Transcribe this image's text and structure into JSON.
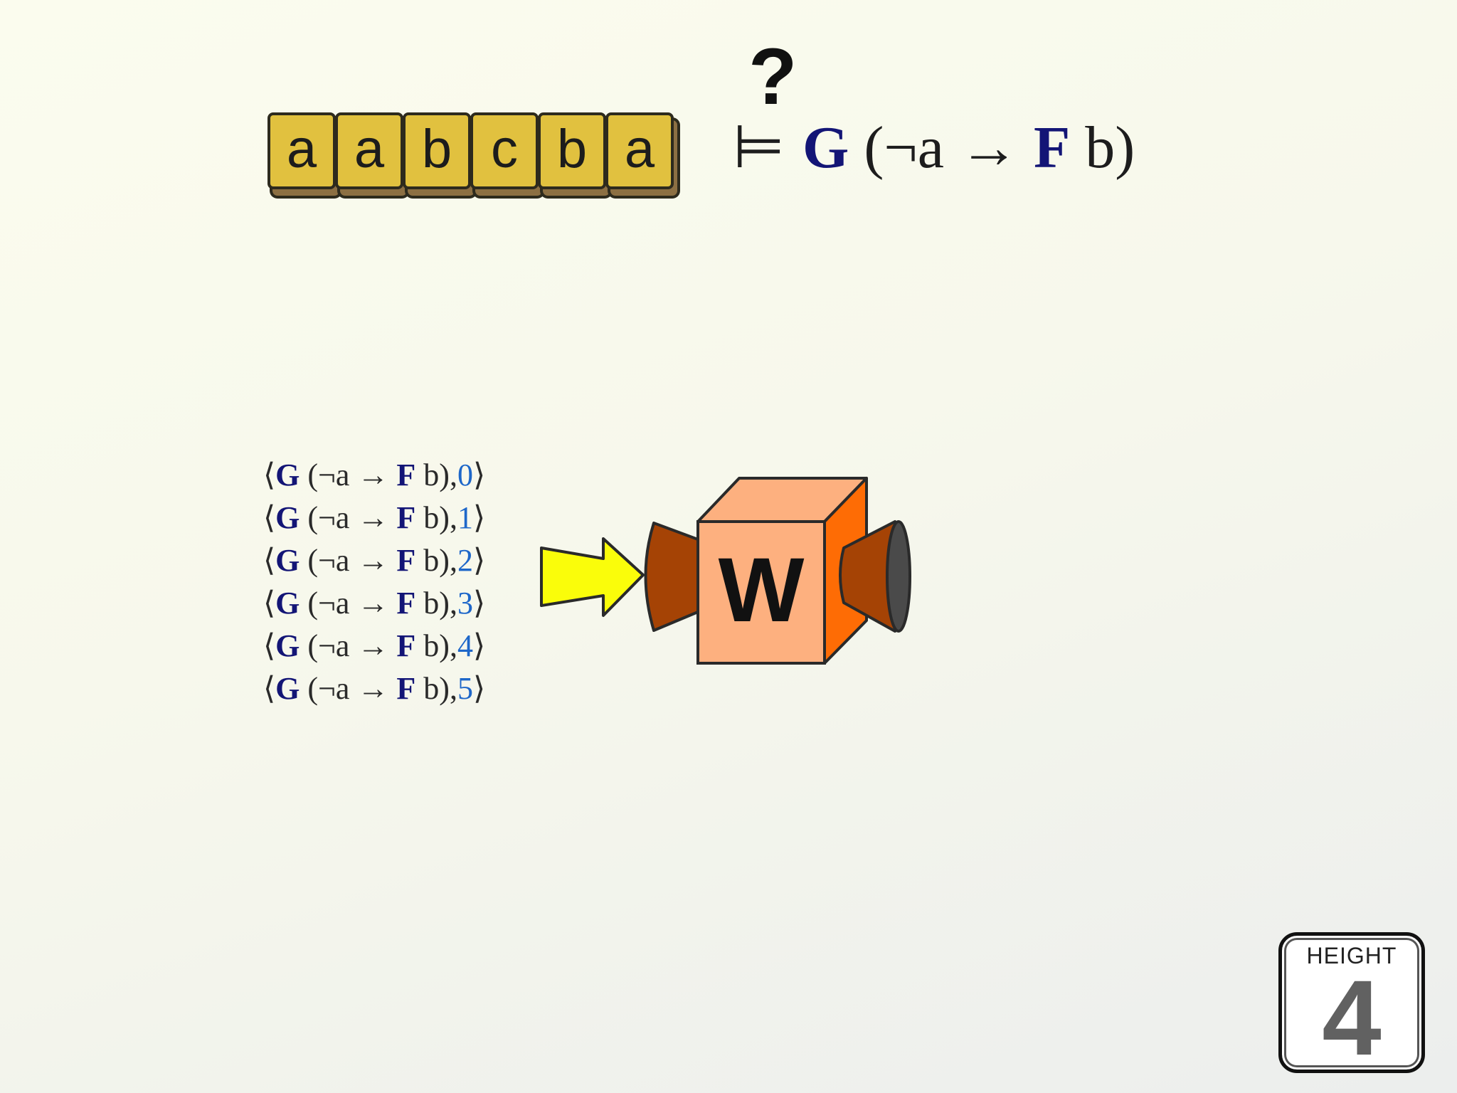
{
  "word": {
    "letters": [
      "a",
      "a",
      "b",
      "c",
      "b",
      "a"
    ],
    "tile_color": "#e1c13f"
  },
  "query": {
    "question_mark": "?",
    "models_symbol": "⊨",
    "formula": {
      "G": "G",
      "open": " (¬a → ",
      "F": "F",
      "close": " b)"
    }
  },
  "pairs": [
    {
      "open": "⟨",
      "G": "G",
      "mid": " (¬a → ",
      "F": "F",
      "rest": " b),",
      "index": "0",
      "close": "⟩"
    },
    {
      "open": "⟨",
      "G": "G",
      "mid": " (¬a → ",
      "F": "F",
      "rest": " b),",
      "index": "1",
      "close": "⟩"
    },
    {
      "open": "⟨",
      "G": "G",
      "mid": " (¬a → ",
      "F": "F",
      "rest": " b),",
      "index": "2",
      "close": "⟩"
    },
    {
      "open": "⟨",
      "G": "G",
      "mid": " (¬a → ",
      "F": "F",
      "rest": " b),",
      "index": "3",
      "close": "⟩"
    },
    {
      "open": "⟨",
      "G": "G",
      "mid": " (¬a → ",
      "F": "F",
      "rest": " b),",
      "index": "4",
      "close": "⟩"
    },
    {
      "open": "⟨",
      "G": "G",
      "mid": " (¬a → ",
      "F": "F",
      "rest": " b),",
      "index": "5",
      "close": "⟩"
    }
  ],
  "machine": {
    "label": "W",
    "colors": {
      "cube_front": "#fdb07f",
      "cube_side": "#fe6c05",
      "funnel": "#a54305",
      "input_arrow": "#fafd0a"
    }
  },
  "badge": {
    "label": "HEIGHT",
    "value": "4"
  },
  "colors": {
    "operator": "#131576",
    "index": "#1e67c9"
  }
}
